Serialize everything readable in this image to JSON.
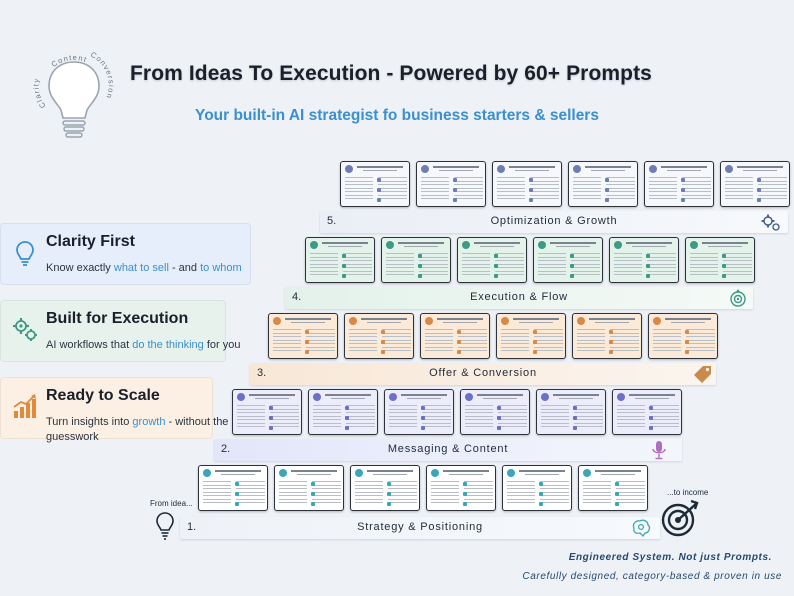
{
  "logo": {
    "words": [
      "Clarity",
      "Content",
      "Conversion"
    ]
  },
  "header": {
    "title": "From Ideas To Execution - Powered by 60+ Prompts",
    "subtitle": "Your built-in AI strategist fo business starters & sellers"
  },
  "features": [
    {
      "title": "Clarity First",
      "desc_a": "Know exactly ",
      "desc_hl1": "what to sell",
      "desc_b": " - and ",
      "desc_hl2": "to whom",
      "desc_c": "",
      "icon": "lightbulb-icon",
      "color": "#3a8fd0"
    },
    {
      "title": "Built for Execution",
      "desc_a": "AI workflows that ",
      "desc_hl1": "do the thinking",
      "desc_b": " for you",
      "desc_hl2": "",
      "desc_c": "",
      "icon": "gears-icon",
      "color": "#3c9a86"
    },
    {
      "title": "Ready to Scale",
      "desc_a": "Turn insights into ",
      "desc_hl1": "growth",
      "desc_b": " - without the guesswork",
      "desc_hl2": "",
      "desc_c": "",
      "icon": "growth-chart-icon",
      "color": "#e08a3a"
    }
  ],
  "steps": [
    {
      "num": "1.",
      "label": "Strategy & Positioning",
      "icon": "brain-gear-icon"
    },
    {
      "num": "2.",
      "label": "Messaging & Content",
      "icon": "microphone-icon"
    },
    {
      "num": "3.",
      "label": "Offer & Conversion",
      "icon": "price-tag-icon"
    },
    {
      "num": "4.",
      "label": "Execution & Flow",
      "icon": "target-gear-icon"
    },
    {
      "num": "5.",
      "label": "Optimization & Growth",
      "icon": "gears-icon"
    }
  ],
  "journey": {
    "start": "From idea...",
    "end": "...to income"
  },
  "tagline": {
    "line1": "Engineered System. Not just Prompts.",
    "line2": "Carefully designed, category-based & proven in use"
  },
  "colors": {
    "accent_blue": "#3a8fd0",
    "accent_green": "#3c9a86",
    "accent_orange": "#d8894a",
    "accent_purple": "#6b71c9"
  }
}
